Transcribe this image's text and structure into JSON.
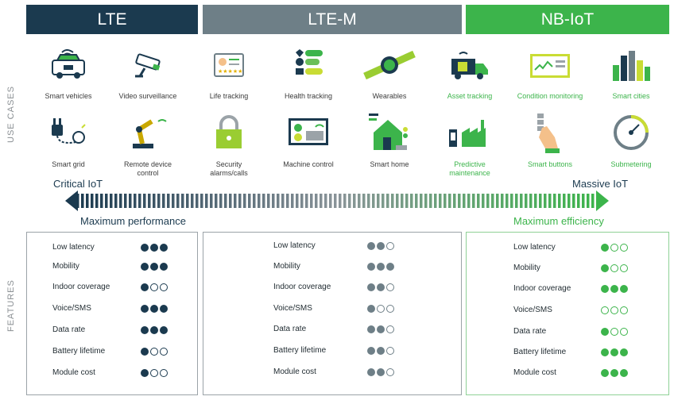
{
  "headers": {
    "lte": "LTE",
    "ltem": "LTE-M",
    "nbiot": "NB-IoT"
  },
  "side_labels": {
    "use_cases": "USE CASES",
    "features": "FEATURES"
  },
  "use_cases": [
    {
      "label": "Smart vehicles",
      "icon": "car-icon",
      "color": "dark"
    },
    {
      "label": "Video surveillance",
      "icon": "cctv-camera-icon",
      "color": "dark"
    },
    {
      "label": "Life tracking",
      "icon": "id-card-icon",
      "color": "gray"
    },
    {
      "label": "Health tracking",
      "icon": "health-icons-icon",
      "color": "gray"
    },
    {
      "label": "Wearables",
      "icon": "smartwatch-icon",
      "color": "gray"
    },
    {
      "label": "Asset tracking",
      "icon": "delivery-truck-icon",
      "color": "green"
    },
    {
      "label": "Condition monitoring",
      "icon": "monitor-screen-icon",
      "color": "green"
    },
    {
      "label": "Smart cities",
      "icon": "city-buildings-icon",
      "color": "green"
    },
    {
      "label": "Smart grid",
      "icon": "plug-bulb-icon",
      "color": "dark"
    },
    {
      "label": "Remote device control",
      "icon": "robot-arm-icon",
      "color": "dark"
    },
    {
      "label": "Security alarms/calls",
      "icon": "padlock-icon",
      "color": "gray"
    },
    {
      "label": "Machine control",
      "icon": "control-panel-icon",
      "color": "gray"
    },
    {
      "label": "Smart home",
      "icon": "smart-house-icon",
      "color": "gray"
    },
    {
      "label": "Predictive maintenance",
      "icon": "factory-icon",
      "color": "green"
    },
    {
      "label": "Smart buttons",
      "icon": "hand-button-icon",
      "color": "green"
    },
    {
      "label": "Submetering",
      "icon": "gauge-meter-icon",
      "color": "green"
    }
  ],
  "spectrum": {
    "left": "Critical IoT",
    "right": "Massive IoT",
    "left_sub": "Maximum performance",
    "right_sub": "Maximum efficiency"
  },
  "feature_names": [
    "Low latency",
    "Mobility",
    "Indoor coverage",
    "Voice/SMS",
    "Data rate",
    "Battery lifetime",
    "Module cost"
  ],
  "ratings": {
    "lte": [
      3,
      3,
      1,
      3,
      3,
      1,
      1
    ],
    "ltem": [
      2,
      3,
      2,
      1,
      2,
      2,
      2
    ],
    "nbiot": [
      1,
      1,
      3,
      0,
      1,
      3,
      3
    ]
  },
  "colors": {
    "lte": "#1b3a4f",
    "ltem": "#6e7f87",
    "nbiot": "#3cb44b"
  }
}
